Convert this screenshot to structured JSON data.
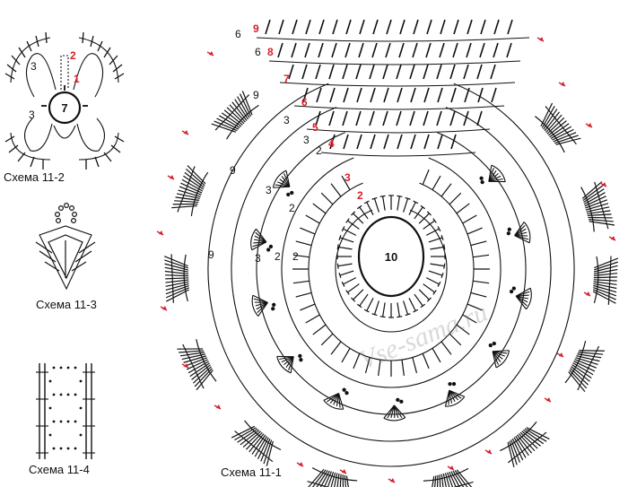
{
  "colors": {
    "ink": "#111111",
    "accent": "#d6202a",
    "watermark": "#9a9a9a"
  },
  "captions": {
    "s2": "Схема 11-2",
    "s3": "Схема 11-3",
    "s4": "Схема 11-4",
    "s1": "Схема 11-1"
  },
  "watermark": "Vse-sama.ru",
  "scheme_2": {
    "center": "7",
    "labels": [
      "3",
      "3"
    ],
    "row_marks": [
      "1",
      "2"
    ]
  },
  "scheme_1": {
    "center": "10",
    "row_marks": [
      "2",
      "3",
      "4",
      "5",
      "6",
      "7",
      "8",
      "9"
    ],
    "chain_labels": [
      "2",
      "2",
      "2",
      "2",
      "3",
      "3",
      "3",
      "3",
      "6",
      "6",
      "9",
      "9",
      "9"
    ]
  },
  "arrow_icon_count": 20
}
